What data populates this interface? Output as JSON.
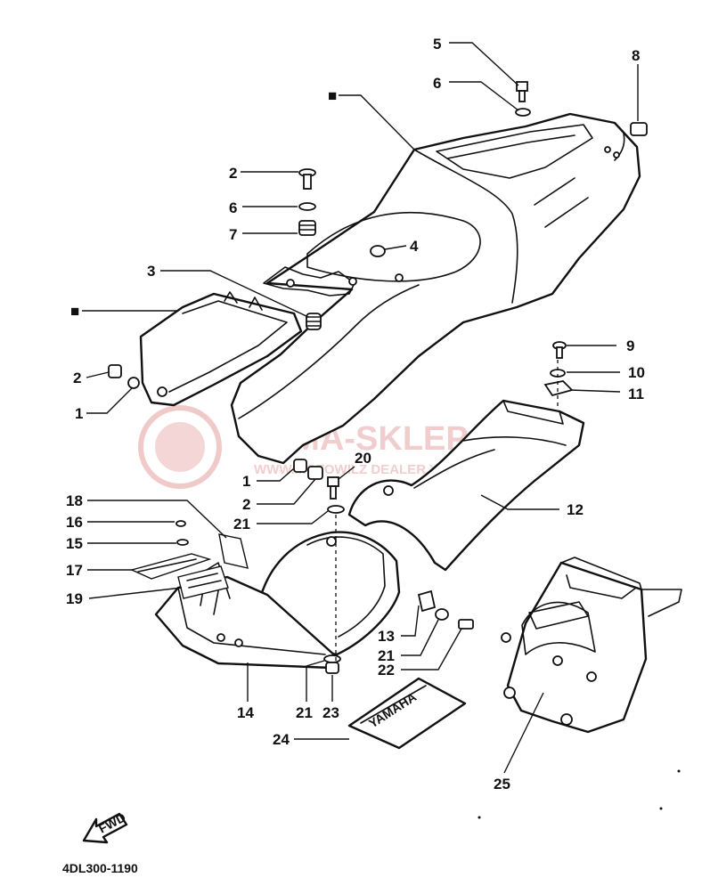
{
  "watermark": {
    "title": "YAMA-SKLEP.PL",
    "subtitle": "WWW.MOTOWILZ DEALER YAMAHA",
    "color": "#e6a5a5"
  },
  "callouts": {
    "c5": "5",
    "c6a": "6",
    "c8": "8",
    "c_main": "■",
    "c2a": "2",
    "c6b": "6",
    "c7": "7",
    "c4": "4",
    "c3": "3",
    "c_tail": "■",
    "c2b": "2",
    "c1a": "1",
    "c9": "9",
    "c10": "10",
    "c11": "11",
    "c1b": "1",
    "c20": "20",
    "c2c": "2",
    "c21a": "21",
    "c12": "12",
    "c18": "18",
    "c16": "16",
    "c15": "15",
    "c17": "17",
    "c19": "19",
    "c13": "13",
    "c21b": "21",
    "c22": "22",
    "c14": "14",
    "c21c": "21",
    "c23": "23",
    "c24": "24",
    "c25": "25"
  },
  "texts": {
    "rear_flap_logo": "YAMAHA",
    "fwd_arrow": "FWD",
    "drawing_code": "4DL300-1190"
  }
}
